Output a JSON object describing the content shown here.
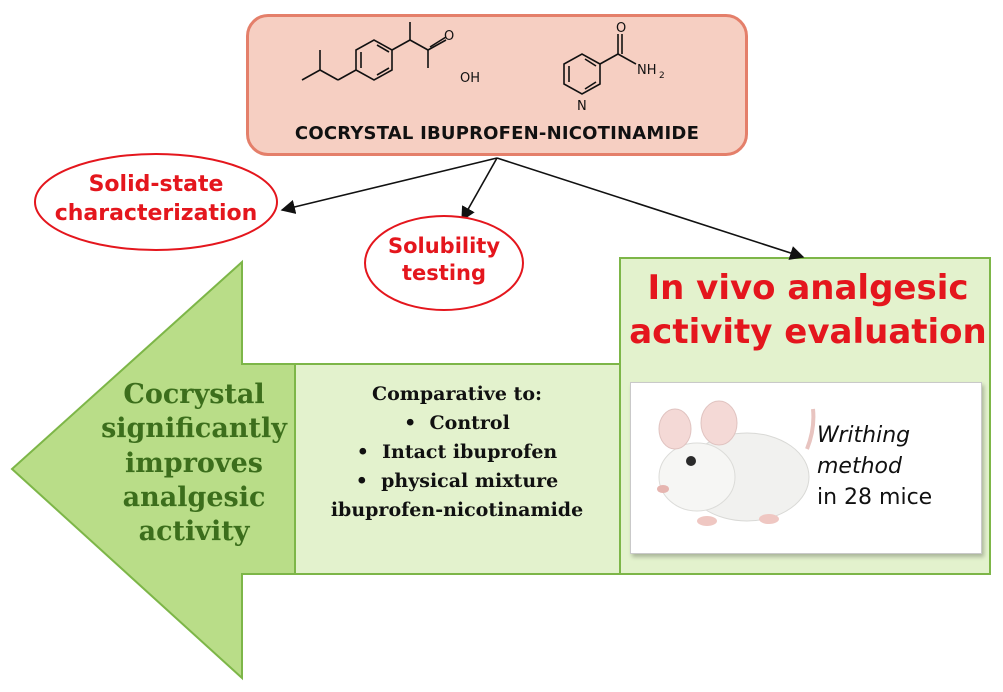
{
  "top_box": {
    "title": "COCRYSTAL IBUPROFEN-NICOTINAMIDE",
    "ibuprofen_oh_label": "OH",
    "nicotinamide_nh2_label": "NH",
    "nicotinamide_nh2_subscript": "2",
    "nicotinamide_n_label": "N"
  },
  "ellipses": {
    "solid_state": [
      "Solid-state",
      "characterization"
    ],
    "solubility": [
      "Solubility",
      "testing"
    ]
  },
  "arrow_text": [
    "Cocrystal",
    "significantly",
    "improves",
    "analgesic",
    "activity"
  ],
  "comparison": {
    "heading": "Comparative to:",
    "items": [
      "Control",
      "Intact ibuprofen",
      "physical mixture"
    ],
    "last_line": "ibuprofen-nicotinamide"
  },
  "in_vivo": {
    "title_line1": "In vivo analgesic",
    "title_line2": "activity evaluation",
    "method_line1": "Writhing",
    "method_line2": "method",
    "method_line3": "in 28 mice"
  },
  "colors": {
    "accent_red": "#e4161d",
    "box_fill": "#f6cfc2",
    "box_border": "#e47f6a",
    "green_fill_dark": "#b7dc84",
    "green_fill_light": "#e3f2cd",
    "green_border": "#7db648",
    "green_text": "#3c6e1c"
  }
}
